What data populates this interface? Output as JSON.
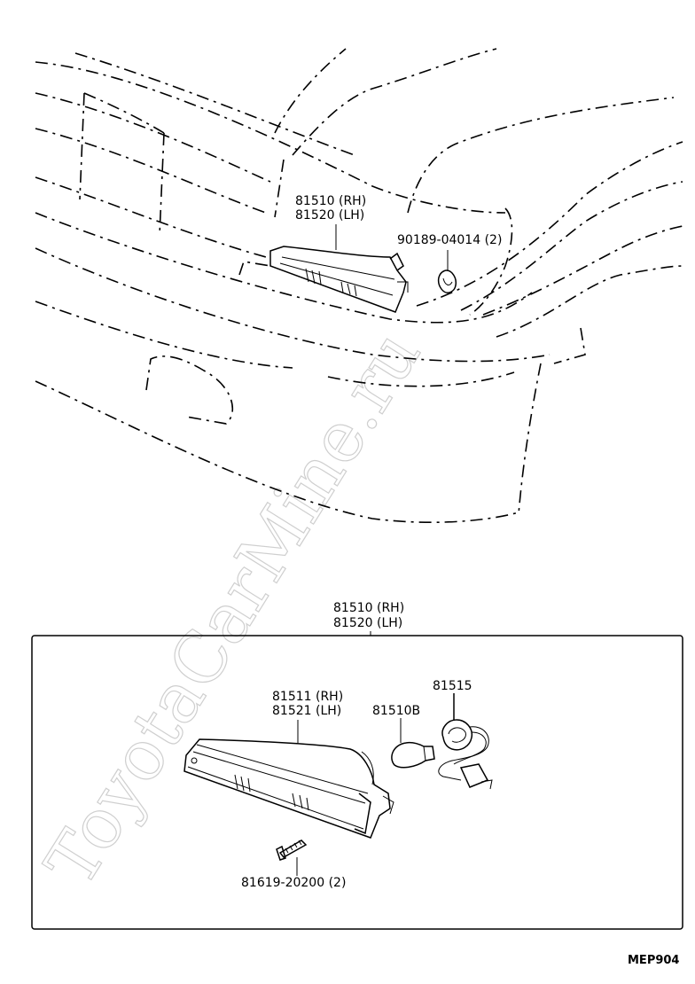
{
  "watermark": "ToyotaCarMine.ru",
  "labels": {
    "top_lamp_rh": "81510 (RH)",
    "top_lamp_lh": "81520 (LH)",
    "clip": "90189-04014 (2)",
    "box_lamp_rh": "81510 (RH)",
    "box_lamp_lh": "81520 (LH)",
    "lens_rh": "81511 (RH)",
    "lens_lh": "81521 (LH)",
    "bulb": "81510B",
    "socket": "81515",
    "screw": "81619-20200 (2)",
    "figure_code": "MEP904"
  }
}
